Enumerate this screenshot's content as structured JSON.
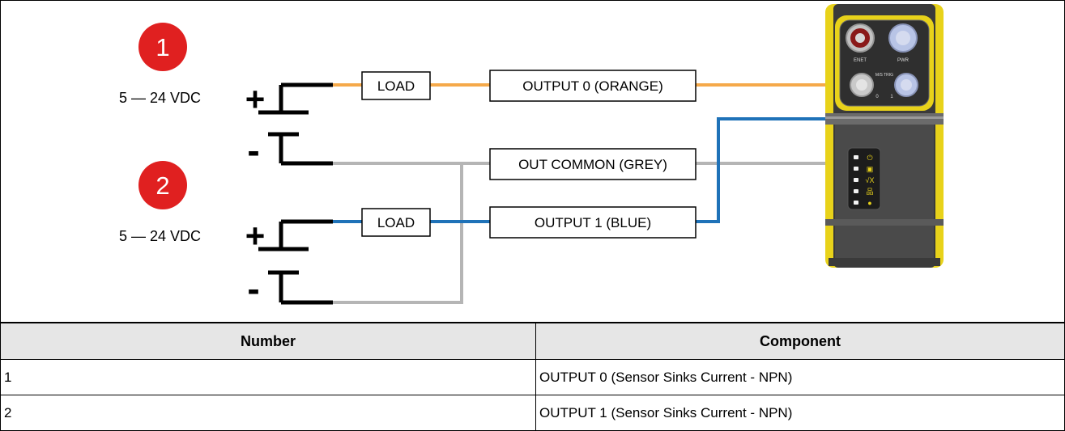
{
  "diagram": {
    "circuits": [
      {
        "badge": "1",
        "voltage": "5 — 24 VDC",
        "plus": "+",
        "minus": "-",
        "load": "LOAD",
        "output": "OUTPUT 0 (ORANGE)",
        "wire_color": "#f5a94a"
      },
      {
        "badge": "2",
        "voltage": "5 — 24 VDC",
        "plus": "+",
        "minus": "-",
        "load": "LOAD",
        "output": "OUTPUT 1 (BLUE)",
        "wire_color": "#1f72b8"
      }
    ],
    "common": {
      "label": "OUT COMMON (GREY)",
      "wire_color": "#b5b5b5"
    },
    "badge_color": "#e02020",
    "device": {
      "body_color": "#3a3a3a",
      "accent_color": "#e8d21a",
      "connectors": {
        "enet": "ENET",
        "pwr": "PWR",
        "trig": "M/S TRIG",
        "port0": "0",
        "port1": "1"
      },
      "leds": [
        {
          "icon": "power-icon",
          "glyph": "⏻"
        },
        {
          "icon": "trigger-icon",
          "glyph": "▣"
        },
        {
          "icon": "pass-fail-icon",
          "glyph": "√X"
        },
        {
          "icon": "network-icon",
          "glyph": "品"
        },
        {
          "icon": "warning-icon",
          "glyph": "●"
        }
      ]
    }
  },
  "table": {
    "headers": [
      "Number",
      "Component"
    ],
    "rows": [
      [
        "1",
        "OUTPUT 0 (Sensor Sinks Current - NPN)"
      ],
      [
        "2",
        "OUTPUT 1 (Sensor Sinks Current - NPN)"
      ]
    ]
  }
}
